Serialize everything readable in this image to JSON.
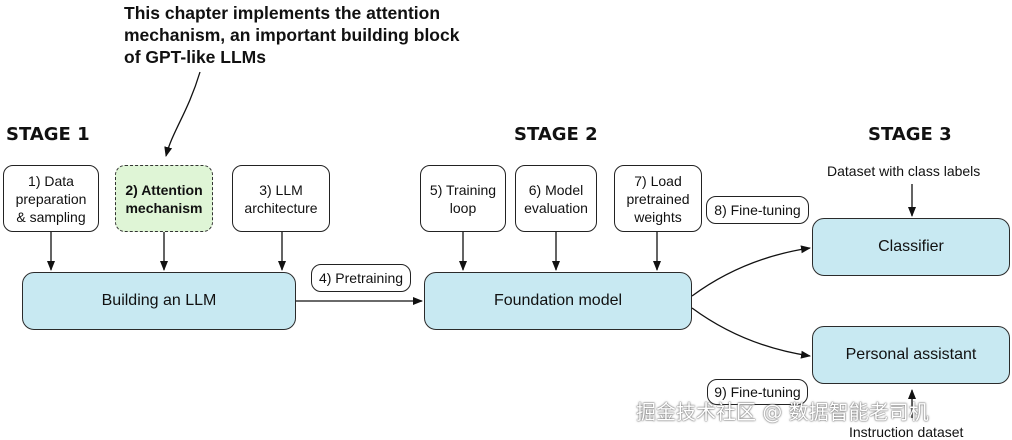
{
  "callout": {
    "text": "This chapter implements the attention mechanism, an important building block of GPT-like LLMs"
  },
  "stages": {
    "stage1": "STAGE 1",
    "stage2": "STAGE 2",
    "stage3": "STAGE 3"
  },
  "steps": {
    "step1": "1) Data\npreparation\n& sampling",
    "step2": "2) Attention\nmechanism",
    "step3": "3) LLM\narchitecture",
    "step4": "4) Pretraining",
    "step5": "5) Training\nloop",
    "step6": "6) Model\nevaluation",
    "step7": "7) Load\npretrained\nweights",
    "step8": "8) Fine-tuning",
    "step9": "9) Fine-tuning"
  },
  "nodes": {
    "building": "Building an LLM",
    "foundation": "Foundation model",
    "classifier": "Classifier",
    "assistant": "Personal assistant"
  },
  "labels": {
    "class_dataset": "Dataset with class labels",
    "instruction_dataset": "Instruction dataset"
  },
  "watermark": "掘金技术社区 @ 数据智能老司机",
  "colors": {
    "node_fill": "#c8e9f2",
    "highlight_fill": "#dff5d6",
    "stroke": "#222222"
  }
}
